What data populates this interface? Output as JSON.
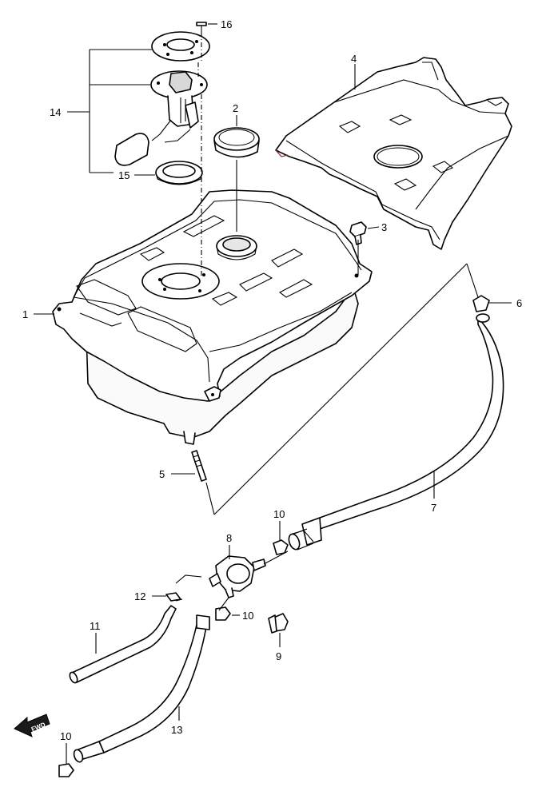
{
  "callouts": {
    "c1": "1",
    "c2": "2",
    "c3": "3",
    "c4": "4",
    "c5": "5",
    "c6": "6",
    "c7": "7",
    "c8": "8",
    "c9": "9",
    "c10a": "10",
    "c10b": "10",
    "c10c": "10",
    "c11": "11",
    "c12": "12",
    "c13": "13",
    "c14": "14",
    "c15": "15",
    "c16": "16"
  },
  "direction_badge": {
    "label": "FWD",
    "icon": "forward-arrow-icon"
  }
}
